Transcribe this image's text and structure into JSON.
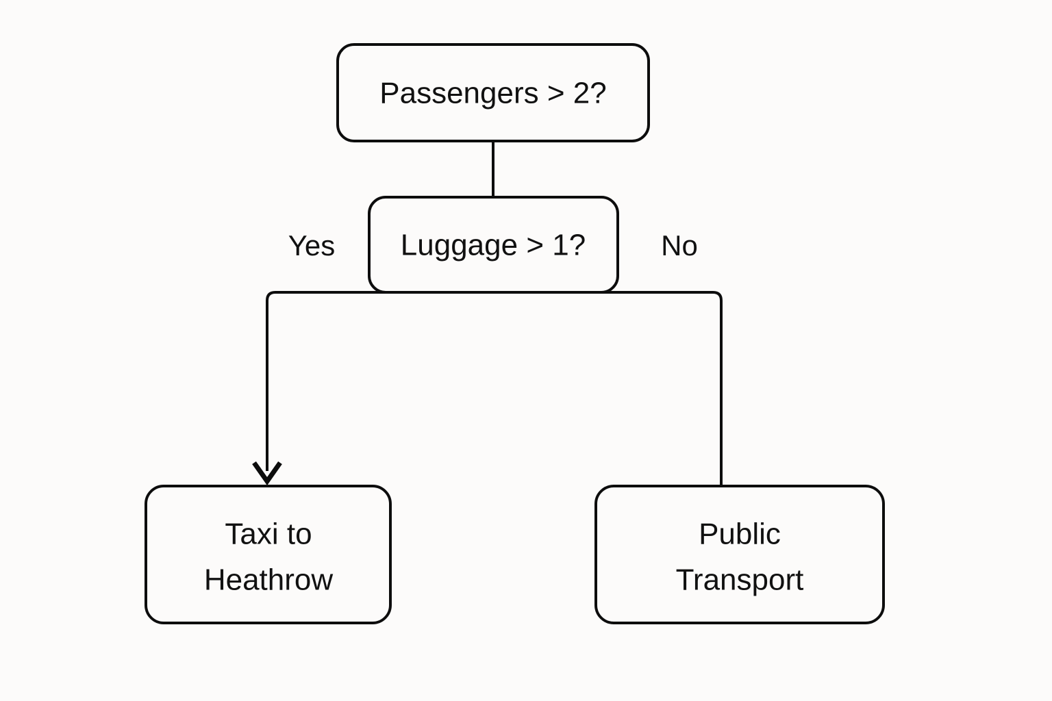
{
  "diagram": {
    "type": "decision-flowchart",
    "background_color": "#fcfbfa",
    "stroke_color": "#0d0d0d",
    "text_color": "#111111",
    "nodes": {
      "passengers": {
        "id": "passengers",
        "shape": "rounded-rectangle",
        "text": "Passengers > 2?",
        "role": "decision"
      },
      "luggage": {
        "id": "luggage",
        "shape": "rounded-rectangle",
        "text": "Luggage > 1?",
        "role": "decision"
      },
      "taxi": {
        "id": "taxi",
        "shape": "rounded-rectangle",
        "role": "outcome",
        "text_line1": "Taxi to",
        "text_line2": "Heathrow",
        "text": "Taxi to Heathrow"
      },
      "transport": {
        "id": "transport",
        "shape": "rounded-rectangle",
        "role": "outcome",
        "text_line1": "Public",
        "text_line2": "Transport",
        "text": "Public Transport"
      }
    },
    "edge_labels": {
      "yes": "Yes",
      "no": "No"
    },
    "edges": [
      {
        "from": "passengers",
        "to": "luggage",
        "label": "",
        "arrowhead": false
      },
      {
        "from": "luggage",
        "to": "taxi",
        "label": "Yes",
        "arrowhead": true
      },
      {
        "from": "luggage",
        "to": "transport",
        "label": "No",
        "arrowhead": false
      }
    ]
  }
}
